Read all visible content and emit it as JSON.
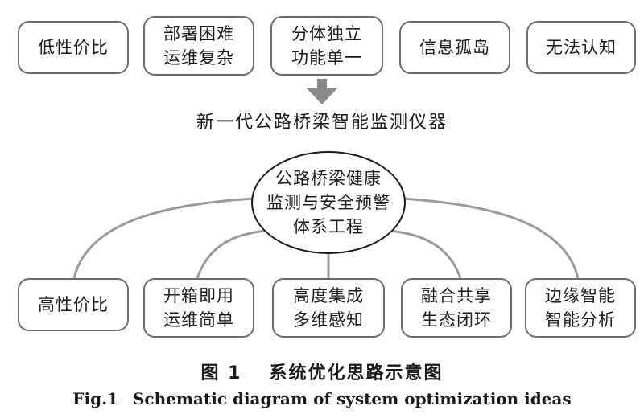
{
  "problems": [
    {
      "lines": [
        "低性价比"
      ]
    },
    {
      "lines": [
        "部署困难",
        "运维复杂"
      ]
    },
    {
      "lines": [
        "分体独立",
        "功能单一"
      ]
    },
    {
      "lines": [
        "信息孤岛"
      ]
    },
    {
      "lines": [
        "无法认知"
      ]
    }
  ],
  "arrow_label": "新一代公路桥梁智能监测仪器",
  "hub": {
    "lines": [
      "公路桥梁健康",
      "监测与安全预警",
      "体系工程"
    ]
  },
  "features": [
    {
      "lines": [
        "高性价比"
      ]
    },
    {
      "lines": [
        "开箱即用",
        "运维简单"
      ]
    },
    {
      "lines": [
        "高度集成",
        "多维感知"
      ]
    },
    {
      "lines": [
        "融合共享",
        "生态闭环"
      ]
    },
    {
      "lines": [
        "边缘智能",
        "智能分析"
      ]
    }
  ],
  "caption": {
    "cn_number": "图 1",
    "cn_title": "系统优化思路示意图",
    "en_number": "Fig.1",
    "en_title": "Schematic diagram of system optimization ideas"
  },
  "colors": {
    "box_border": "#6e6e6e",
    "connector": "#9a9a9a",
    "arrow": "#8a8a8a",
    "hub_border": "#1a1a1a"
  }
}
